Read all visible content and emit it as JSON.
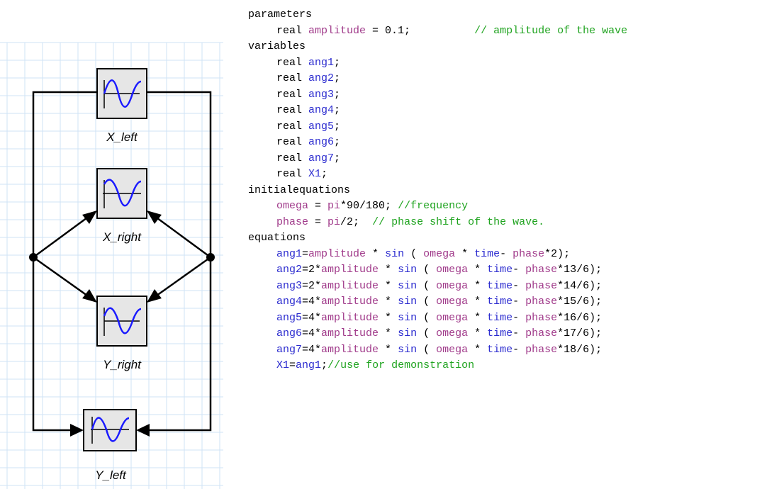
{
  "colors": {
    "keyword": "#000000",
    "variable": "#2b2bcf",
    "parameter": "#a03a8a",
    "function": "#2b2bcf",
    "comment": "#1fa31f",
    "text": "#000000",
    "block_fill": "#e6e6e6",
    "sine_wave": "#1a1aff",
    "grid": "#cfe3f5"
  },
  "diagram": {
    "blocks": [
      {
        "label": "X_left",
        "icon": "sine-wave-icon"
      },
      {
        "label": "X_right",
        "icon": "sine-wave-icon"
      },
      {
        "label": "Y_right",
        "icon": "sine-wave-icon"
      },
      {
        "label": "Y_left",
        "icon": "sine-wave-icon"
      }
    ]
  },
  "code": {
    "lines": [
      {
        "indent": false,
        "segments": [
          {
            "t": "parameters",
            "c": "keyword"
          }
        ]
      },
      {
        "indent": true,
        "segments": [
          {
            "t": "real ",
            "c": "keyword"
          },
          {
            "t": "amplitude",
            "c": "parameter"
          },
          {
            "t": " = 0.1;          ",
            "c": "text"
          },
          {
            "t": "// amplitude of the wave",
            "c": "comment"
          }
        ]
      },
      {
        "indent": false,
        "segments": [
          {
            "t": "variables",
            "c": "keyword"
          }
        ]
      },
      {
        "indent": true,
        "segments": [
          {
            "t": "real ",
            "c": "keyword"
          },
          {
            "t": "ang1",
            "c": "variable"
          },
          {
            "t": ";",
            "c": "text"
          }
        ]
      },
      {
        "indent": true,
        "segments": [
          {
            "t": "real ",
            "c": "keyword"
          },
          {
            "t": "ang2",
            "c": "variable"
          },
          {
            "t": ";",
            "c": "text"
          }
        ]
      },
      {
        "indent": true,
        "segments": [
          {
            "t": "real ",
            "c": "keyword"
          },
          {
            "t": "ang3",
            "c": "variable"
          },
          {
            "t": ";",
            "c": "text"
          }
        ]
      },
      {
        "indent": true,
        "segments": [
          {
            "t": "real ",
            "c": "keyword"
          },
          {
            "t": "ang4",
            "c": "variable"
          },
          {
            "t": ";",
            "c": "text"
          }
        ]
      },
      {
        "indent": true,
        "segments": [
          {
            "t": "real ",
            "c": "keyword"
          },
          {
            "t": "ang5",
            "c": "variable"
          },
          {
            "t": ";",
            "c": "text"
          }
        ]
      },
      {
        "indent": true,
        "segments": [
          {
            "t": "real ",
            "c": "keyword"
          },
          {
            "t": "ang6",
            "c": "variable"
          },
          {
            "t": ";",
            "c": "text"
          }
        ]
      },
      {
        "indent": true,
        "segments": [
          {
            "t": "real ",
            "c": "keyword"
          },
          {
            "t": "ang7",
            "c": "variable"
          },
          {
            "t": ";",
            "c": "text"
          }
        ]
      },
      {
        "indent": true,
        "segments": [
          {
            "t": "real ",
            "c": "keyword"
          },
          {
            "t": "X1",
            "c": "variable"
          },
          {
            "t": ";",
            "c": "text"
          }
        ]
      },
      {
        "indent": false,
        "segments": [
          {
            "t": "initialequations",
            "c": "keyword"
          }
        ]
      },
      {
        "indent": true,
        "segments": [
          {
            "t": "omega",
            "c": "parameter"
          },
          {
            "t": " = ",
            "c": "text"
          },
          {
            "t": "pi",
            "c": "parameter"
          },
          {
            "t": "*90/180; ",
            "c": "text"
          },
          {
            "t": "//frequency",
            "c": "comment"
          }
        ]
      },
      {
        "indent": true,
        "segments": [
          {
            "t": "phase",
            "c": "parameter"
          },
          {
            "t": " = ",
            "c": "text"
          },
          {
            "t": "pi",
            "c": "parameter"
          },
          {
            "t": "/2;  ",
            "c": "text"
          },
          {
            "t": "// phase shift of the wave.",
            "c": "comment"
          }
        ]
      },
      {
        "indent": false,
        "segments": [
          {
            "t": "equations",
            "c": "keyword"
          }
        ]
      },
      {
        "indent": true,
        "segments": [
          {
            "t": "ang1",
            "c": "variable"
          },
          {
            "t": "=",
            "c": "text"
          },
          {
            "t": "amplitude",
            "c": "parameter"
          },
          {
            "t": " * ",
            "c": "text"
          },
          {
            "t": "sin",
            "c": "function"
          },
          {
            "t": " ( ",
            "c": "text"
          },
          {
            "t": "omega",
            "c": "parameter"
          },
          {
            "t": " * ",
            "c": "text"
          },
          {
            "t": "time",
            "c": "function"
          },
          {
            "t": "- ",
            "c": "text"
          },
          {
            "t": "phase",
            "c": "parameter"
          },
          {
            "t": "*2);",
            "c": "text"
          }
        ]
      },
      {
        "indent": true,
        "segments": [
          {
            "t": "ang2",
            "c": "variable"
          },
          {
            "t": "=2*",
            "c": "text"
          },
          {
            "t": "amplitude",
            "c": "parameter"
          },
          {
            "t": " * ",
            "c": "text"
          },
          {
            "t": "sin",
            "c": "function"
          },
          {
            "t": " ( ",
            "c": "text"
          },
          {
            "t": "omega",
            "c": "parameter"
          },
          {
            "t": " * ",
            "c": "text"
          },
          {
            "t": "time",
            "c": "function"
          },
          {
            "t": "- ",
            "c": "text"
          },
          {
            "t": "phase",
            "c": "parameter"
          },
          {
            "t": "*13/6);",
            "c": "text"
          }
        ]
      },
      {
        "indent": true,
        "segments": [
          {
            "t": "ang3",
            "c": "variable"
          },
          {
            "t": "=2*",
            "c": "text"
          },
          {
            "t": "amplitude",
            "c": "parameter"
          },
          {
            "t": " * ",
            "c": "text"
          },
          {
            "t": "sin",
            "c": "function"
          },
          {
            "t": " ( ",
            "c": "text"
          },
          {
            "t": "omega",
            "c": "parameter"
          },
          {
            "t": " * ",
            "c": "text"
          },
          {
            "t": "time",
            "c": "function"
          },
          {
            "t": "- ",
            "c": "text"
          },
          {
            "t": "phase",
            "c": "parameter"
          },
          {
            "t": "*14/6);",
            "c": "text"
          }
        ]
      },
      {
        "indent": true,
        "segments": [
          {
            "t": "ang4",
            "c": "variable"
          },
          {
            "t": "=4*",
            "c": "text"
          },
          {
            "t": "amplitude",
            "c": "parameter"
          },
          {
            "t": " * ",
            "c": "text"
          },
          {
            "t": "sin",
            "c": "function"
          },
          {
            "t": " ( ",
            "c": "text"
          },
          {
            "t": "omega",
            "c": "parameter"
          },
          {
            "t": " * ",
            "c": "text"
          },
          {
            "t": "time",
            "c": "function"
          },
          {
            "t": "- ",
            "c": "text"
          },
          {
            "t": "phase",
            "c": "parameter"
          },
          {
            "t": "*15/6);",
            "c": "text"
          }
        ]
      },
      {
        "indent": true,
        "segments": [
          {
            "t": "ang5",
            "c": "variable"
          },
          {
            "t": "=4*",
            "c": "text"
          },
          {
            "t": "amplitude",
            "c": "parameter"
          },
          {
            "t": " * ",
            "c": "text"
          },
          {
            "t": "sin",
            "c": "function"
          },
          {
            "t": " ( ",
            "c": "text"
          },
          {
            "t": "omega",
            "c": "parameter"
          },
          {
            "t": " * ",
            "c": "text"
          },
          {
            "t": "time",
            "c": "function"
          },
          {
            "t": "- ",
            "c": "text"
          },
          {
            "t": "phase",
            "c": "parameter"
          },
          {
            "t": "*16/6);",
            "c": "text"
          }
        ]
      },
      {
        "indent": true,
        "segments": [
          {
            "t": "ang6",
            "c": "variable"
          },
          {
            "t": "=4*",
            "c": "text"
          },
          {
            "t": "amplitude",
            "c": "parameter"
          },
          {
            "t": " * ",
            "c": "text"
          },
          {
            "t": "sin",
            "c": "function"
          },
          {
            "t": " ( ",
            "c": "text"
          },
          {
            "t": "omega",
            "c": "parameter"
          },
          {
            "t": " * ",
            "c": "text"
          },
          {
            "t": "time",
            "c": "function"
          },
          {
            "t": "- ",
            "c": "text"
          },
          {
            "t": "phase",
            "c": "parameter"
          },
          {
            "t": "*17/6);",
            "c": "text"
          }
        ]
      },
      {
        "indent": true,
        "segments": [
          {
            "t": "ang7",
            "c": "variable"
          },
          {
            "t": "=4*",
            "c": "text"
          },
          {
            "t": "amplitude",
            "c": "parameter"
          },
          {
            "t": " * ",
            "c": "text"
          },
          {
            "t": "sin",
            "c": "function"
          },
          {
            "t": " ( ",
            "c": "text"
          },
          {
            "t": "omega",
            "c": "parameter"
          },
          {
            "t": " * ",
            "c": "text"
          },
          {
            "t": "time",
            "c": "function"
          },
          {
            "t": "- ",
            "c": "text"
          },
          {
            "t": "phase",
            "c": "parameter"
          },
          {
            "t": "*18/6);",
            "c": "text"
          }
        ]
      },
      {
        "indent": true,
        "segments": [
          {
            "t": "X1",
            "c": "variable"
          },
          {
            "t": "=",
            "c": "text"
          },
          {
            "t": "ang1",
            "c": "variable"
          },
          {
            "t": ";",
            "c": "text"
          },
          {
            "t": "//use for demonstration",
            "c": "comment"
          }
        ]
      }
    ]
  }
}
